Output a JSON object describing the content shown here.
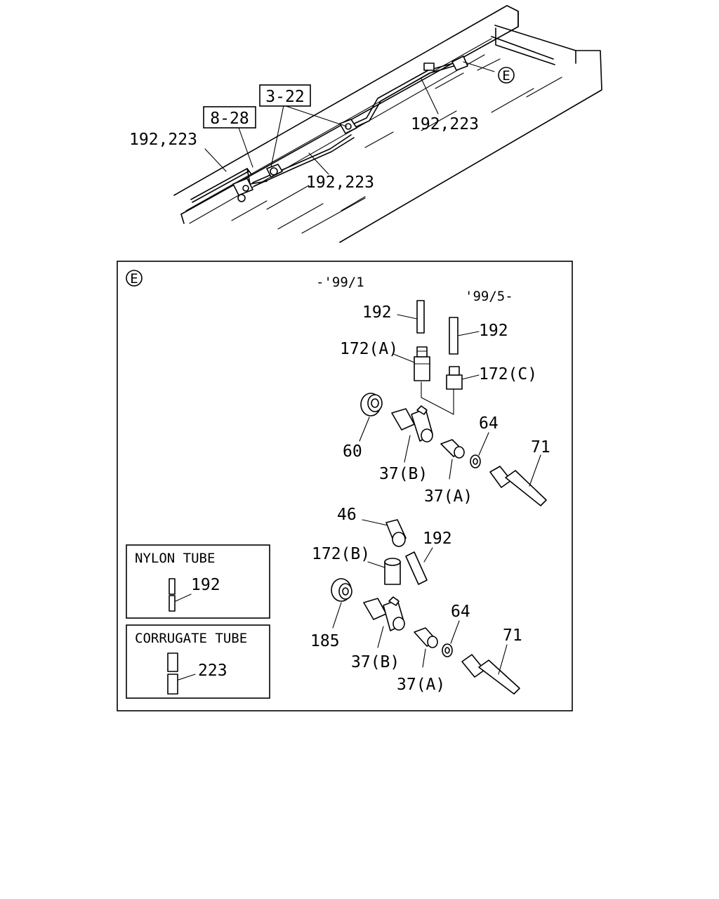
{
  "overview": {
    "ref_8_28": "8-28",
    "ref_3_22": "3-22",
    "label_left": "192,223",
    "label_mid": "192,223",
    "label_right": "192,223",
    "detail_marker": "E"
  },
  "detail": {
    "marker": "E",
    "date_early": "-'99/1",
    "date_late": "'99/5-",
    "upper": {
      "tube_a": "192",
      "tube_c": "192",
      "connector_a": "172(A)",
      "connector_c": "172(C)",
      "nut": "60",
      "tee": "37(B)",
      "union": "37(A)",
      "washer": "64",
      "hose": "71"
    },
    "lower": {
      "elbow": "46",
      "connector_b": "172(B)",
      "tube": "192",
      "nut": "185",
      "tee": "37(B)",
      "union": "37(A)",
      "washer": "64",
      "hose": "71"
    },
    "legend": {
      "nylon_title": "NYLON TUBE",
      "nylon_code": "192",
      "corrugate_title": "CORRUGATE TUBE",
      "corrugate_code": "223"
    }
  }
}
